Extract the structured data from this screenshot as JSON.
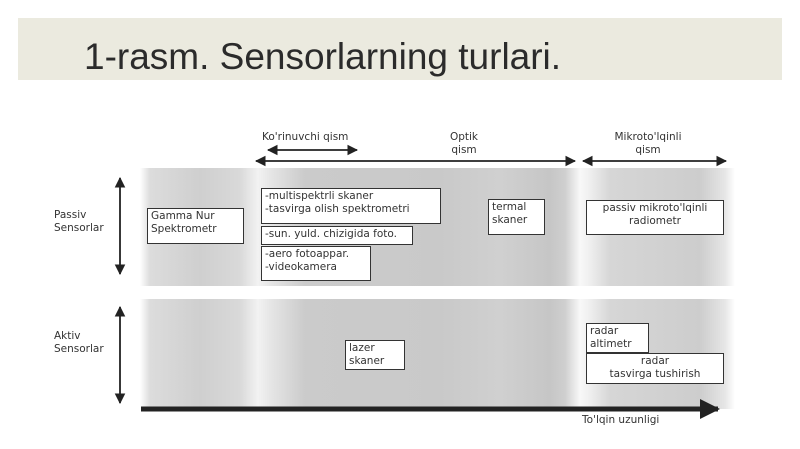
{
  "slide": {
    "title": "1-rasm. Sensorlarning turlari."
  },
  "axes": {
    "passive": [
      "Passiv",
      "Sensorlar"
    ],
    "active": [
      "Aktiv",
      "Sensorlar"
    ],
    "wavelength": "To'lqin uzunligi"
  },
  "regions": {
    "visible": "Ko'rinuvchi qism",
    "optical": [
      "Optik",
      "qism"
    ],
    "microwave": [
      "Mikroto'lqinli",
      "qism"
    ]
  },
  "boxes": {
    "gamma": [
      "Gamma Nur",
      "Spektrometr"
    ],
    "multispectral": [
      "-multispektrli skaner",
      "-tasvirga olish spektrometri"
    ],
    "satellite_photo": "-sun. yuld. chizigida foto.",
    "aero": [
      "-aero fotoappar.",
      "-videokamera"
    ],
    "thermal": [
      "termal",
      "skaner"
    ],
    "passive_radiometer": [
      "passiv mikroto'lqinli",
      "radiometr"
    ],
    "lidar": [
      "lazer",
      "skaner"
    ],
    "radar_altimeter": [
      "radar",
      "altimetr"
    ],
    "imaging_radar": [
      "radar",
      "tasvirga tushirish"
    ]
  }
}
